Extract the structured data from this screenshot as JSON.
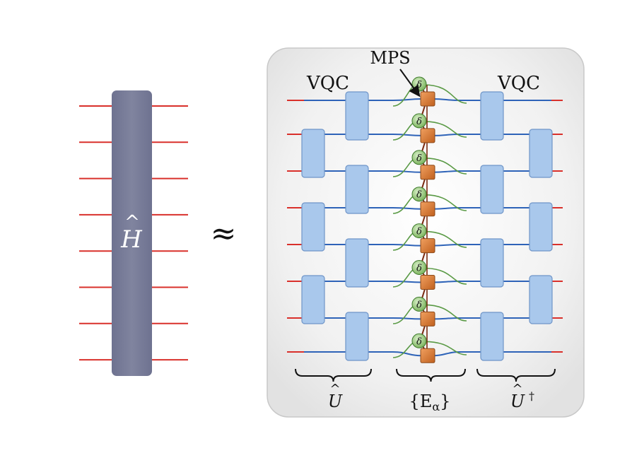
{
  "left_operator": {
    "symbol_base": "H",
    "symbol_accent": "^",
    "wire_count": 8,
    "color": "#777b96",
    "wire_color": "#d9302b"
  },
  "approx_symbol": "≈",
  "panel": {
    "background": "#eeeeee",
    "border_color": "#c8c8c8",
    "label_vqc_left": "VQC",
    "label_vqc_right": "VQC",
    "label_mps": "MPS",
    "delta_symbol": "δ",
    "brace_left_label_base": "U",
    "brace_left_label_accent": "^",
    "brace_mid_label": "{E",
    "brace_mid_label_sub": "α",
    "brace_mid_label_close": "}",
    "brace_right_label_base": "U",
    "brace_right_label_accent": "^",
    "brace_right_label_sup": "†",
    "colors": {
      "gate_fill": "#a9c8ec",
      "gate_stroke": "#6f95c8",
      "wire_red": "#d9302b",
      "wire_blue": "#2e63b8",
      "wire_green": "#5a9a45",
      "mps_fill": "#d87a33",
      "mps_stroke": "#8c4a1a",
      "delta_fill": "#9ccf84",
      "delta_stroke": "#3e7a2c",
      "chain_color": "#7a2a10"
    }
  }
}
